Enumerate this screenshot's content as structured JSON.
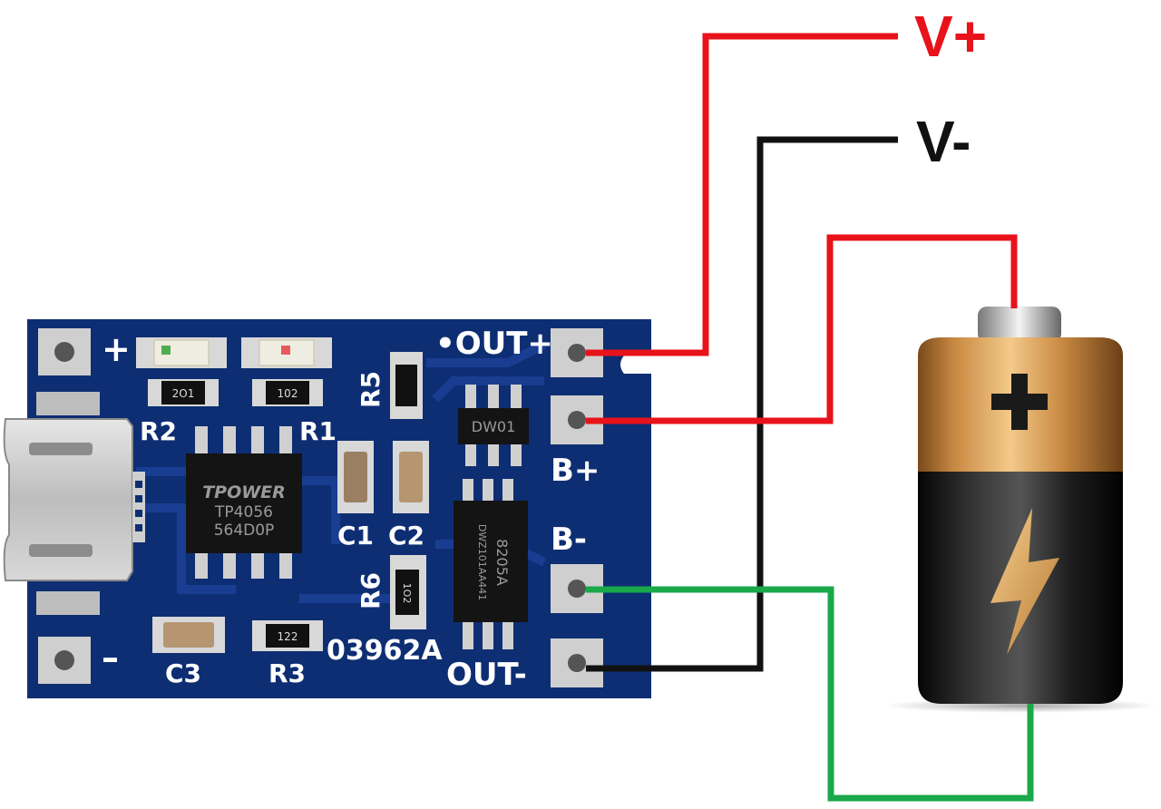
{
  "labels": {
    "v_plus": "V+",
    "v_minus": "V-"
  },
  "board": {
    "pad_plus": "+",
    "pad_minus": "–",
    "out_plus": "•OUT+",
    "out_minus": "OUT-",
    "b_plus": "B+",
    "b_minus": "B-",
    "board_code": "03962A",
    "components": {
      "r1": "R1",
      "r2": "R2",
      "r3": "R3",
      "r5": "R5",
      "r6": "R6",
      "c1": "C1",
      "c2": "C2",
      "c3": "C3"
    },
    "resistor_codes": {
      "r1": "102",
      "r2": "2O1",
      "r3": "122",
      "r6": "1O2"
    },
    "chip_main": {
      "line1": "TPOWER",
      "line2": "TP4056",
      "line3": "564D0P"
    },
    "chip_protect": {
      "line1": "DW01"
    },
    "chip_mosfet": {
      "line1": "8205A",
      "line2": "DWZ101AA441"
    }
  },
  "colors": {
    "wire_red": "#e8121a",
    "wire_black": "#111111",
    "wire_green": "#1aa84a",
    "pcb_blue": "#0e2e73",
    "battery_gold": "#c78a3e",
    "battery_black": "#1a1a1a"
  },
  "icons": {
    "battery_plus": "plus-icon",
    "battery_bolt": "lightning-bolt-icon"
  }
}
